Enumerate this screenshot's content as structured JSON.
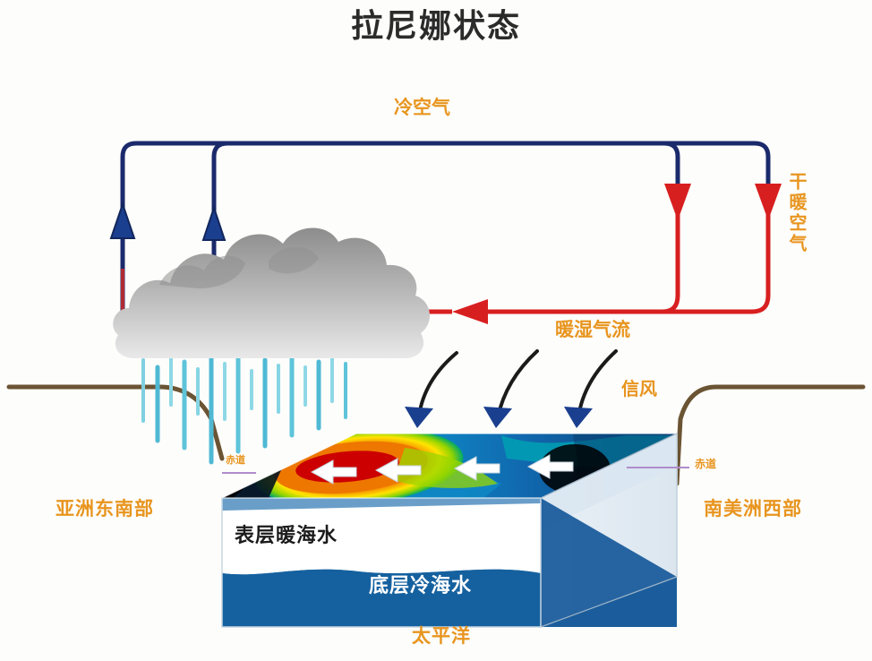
{
  "title": "拉尼娜状态",
  "labels": {
    "cold_air": "冷空气",
    "dry_warm_air": "干暖空气",
    "warm_moist_flow": "暖湿气流",
    "trade_wind": "信风",
    "southeast_asia": "亚洲东南部",
    "west_south_america": "南美洲西部",
    "pacific_ocean": "太平洋",
    "equator_left": "赤道",
    "equator_right": "赤道",
    "surface_warm_seawater": "表层暖海水",
    "deep_cold_seawater": "底层冷海水"
  },
  "colors": {
    "label_orange": "#e8951f",
    "cold_air_arrow": "#1b2a6b",
    "warm_air_arrow": "#d81f20",
    "ocean_blue": "#15619f",
    "deep_ocean_blue": "#0f558f",
    "rain_cyan": "#5ec4da",
    "cloud_gray": "#9a9a9a",
    "land_brown": "#6b5433",
    "title_black": "#2b2b2b",
    "sst_warm": "#d40000",
    "sst_cool": "#0b3d6b"
  },
  "diagram": {
    "type": "climate-schematic",
    "phenomenon": "La Nina",
    "walker_circulation": {
      "rising_branch": "west (Southeast Asia)",
      "sinking_branch": "east (western South America)",
      "upper_flow_direction": "west-to-east",
      "lower_flow_direction": "east-to-west"
    },
    "sea_surface_temperature": {
      "warm_pool_side": "west",
      "cold_tongue_side": "east",
      "upwelling": "strong in the east"
    },
    "elements": [
      "cold-air-arrows-rising",
      "warm-air-arrows-sinking",
      "rain-cloud",
      "rainfall-streaks",
      "trade-wind-arrows",
      "ocean-block",
      "sst-color-map",
      "surface-current-arrows-westward",
      "upwelling-arrows"
    ]
  },
  "watermark": ""
}
